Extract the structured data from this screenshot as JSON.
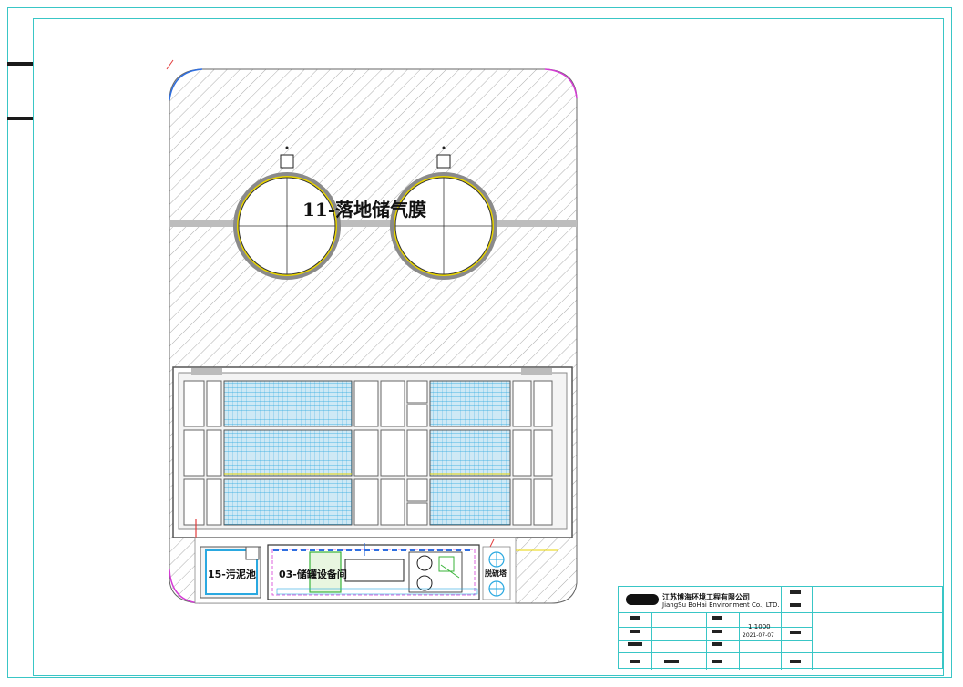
{
  "labels": {
    "gas_membrane": "11-落地储气膜",
    "sludge_pool": "15-污泥池",
    "equipment_room": "03-储罐设备间",
    "tower": "脱硫塔"
  },
  "title_block": {
    "company_cn": "江苏博海环境工程有限公司",
    "company_en": "JiangSu BoHai Environment Co., LTD.",
    "scale": "1:1000",
    "date": "2021-07-07"
  },
  "colors": {
    "frame": "#39c6c6",
    "hatch": "#8a8a8a",
    "tank_fill": "#cfe9f5",
    "tank_grid": "#2aa8e0",
    "boundary": "#d43bd4",
    "accent_blue": "#2f6fe0",
    "yellow": "#e8d400"
  }
}
